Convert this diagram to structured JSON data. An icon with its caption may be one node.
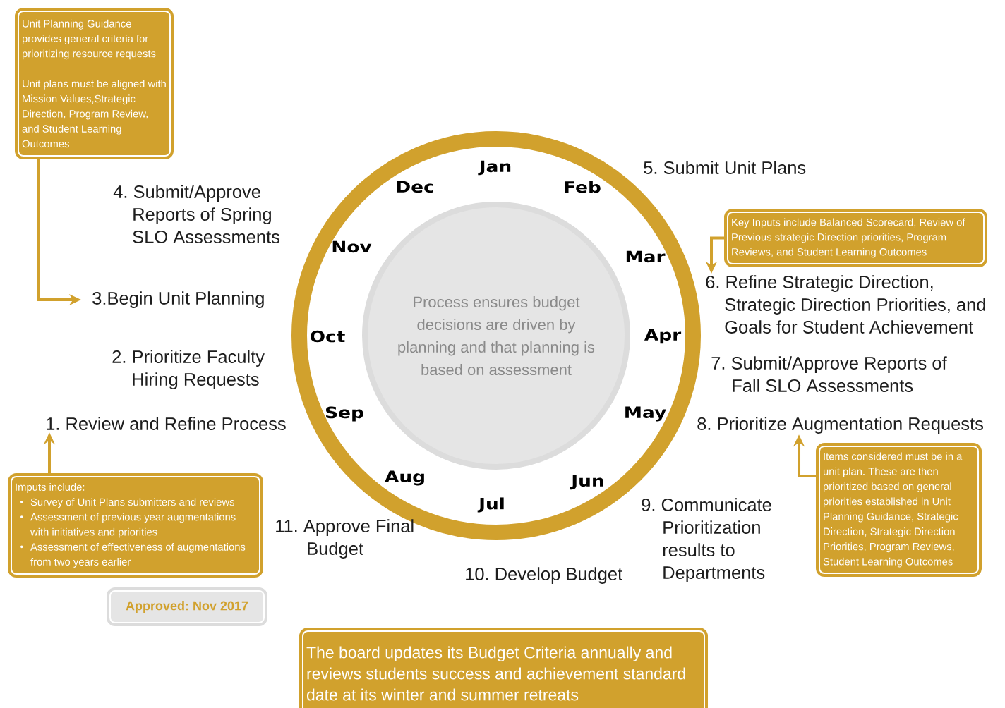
{
  "diagram": {
    "nodes": [
      {
        "text": [
          "Unit Planning Guidance provides general criteria for prioritizing resource requests",
          "Unit plans must be aligned with Mission Values,Strategic Direction, Program Review, and Student Learning Outcomes"
        ]
      },
      {
        "text": [
          "3.Begin Unit Planning"
        ]
      },
      {
        "text": [
          "Key Inputs include Balanced Scorecard, Review of Previous strategic Direction priorities, Program Reviews, and Student Learning Outcomes"
        ]
      },
      {
        "text": [
          "6. Refine Strategic Direction, Strategic Direction Priorities, and Goals for Student Achievement"
        ]
      },
      {
        "text": [
          "Process ensures budget decisions are driven by planning and that planning is based on assessment"
        ]
      },
      {
        "text": [
          "1. Review and Refine Process"
        ]
      },
      {
        "text": [
          "Imputs include:",
          "Survey of Unit Plans submitters and reviews",
          "Assessment of previous year augmentations with initiatives and priorities",
          "Assessment of effectiveness of augmentations from two years earlier"
        ]
      },
      {
        "text": [
          "8. Prioritize Augmentation Requests"
        ]
      },
      {
        "text": [
          "Items considered must be in a unit plan. These are then prioritized based on general priorities established in Unit Planning Guidance, Strategic Direction, Strategic Direction Priorities, Program Reviews, Student Learning Outcomes"
        ]
      },
      {
        "text": [
          "Approved: Nov 2017"
        ]
      },
      {
        "text": [
          "The board updates its Budget Criteria annually and reviews students success and achievement standard date at its winter and summer retreats"
        ]
      }
    ],
    "edges": [
      {
        "from": 0,
        "to": 1,
        "arrow": "to"
      },
      {
        "from": 2,
        "to": 3,
        "arrow": "to"
      },
      {
        "from": 6,
        "to": 5,
        "arrow": "to"
      },
      {
        "from": 8,
        "to": 7,
        "arrow": "to"
      }
    ],
    "labels": [
      "4. Submit/Approve Reports of Spring SLO Assessments",
      "Jan",
      "Dec",
      "Feb",
      "5. Submit Unit Plans",
      "Nov",
      "Mar",
      "Oct",
      "Apr",
      "2. Prioritize Faculty Hiring Requests",
      "7. Submit/Approve Reports of Fall SLO Assessments",
      "Sep",
      "May",
      "Aug",
      "Jun",
      "Jul",
      "11. Approve Final Budget",
      "9. Communicate Prioritization results to Departments",
      "10. Develop Budget"
    ]
  }
}
